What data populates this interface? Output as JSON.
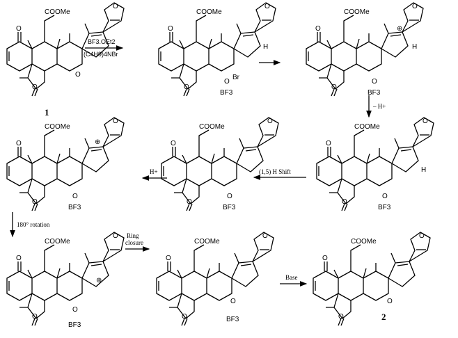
{
  "scheme": {
    "compound_labels": {
      "start": "1",
      "product": "2"
    },
    "atom_labels": {
      "ester": "COOMe",
      "oxygen": "O",
      "bf3": "BF3",
      "br": "Br",
      "h": "H",
      "plus": "⊕"
    },
    "steps": [
      {
        "id": "lewis-acid",
        "reagent_top": "BF3.OEt2",
        "reagent_bottom": "(C4H9)4NBr"
      },
      {
        "id": "ring-open",
        "reagent_top": ""
      },
      {
        "id": "deprotonation",
        "reagent_top": "– H+"
      },
      {
        "id": "h-shift",
        "reagent_top": "(1,5) H Shift"
      },
      {
        "id": "protonation",
        "reagent_top": "H+"
      },
      {
        "id": "rotation",
        "reagent_top": "180° rotation"
      },
      {
        "id": "ring-closure",
        "reagent_top": "Ring",
        "reagent_bottom": "closure"
      },
      {
        "id": "base",
        "reagent_top": "Base"
      }
    ]
  }
}
